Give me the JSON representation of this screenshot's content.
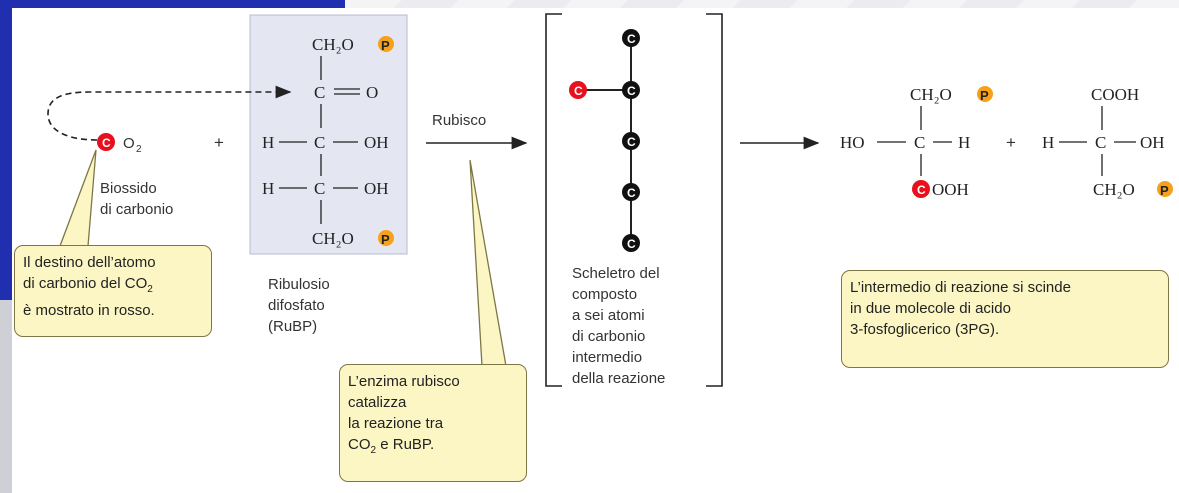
{
  "co2": {
    "formula": "O",
    "sub": "2",
    "atom": "C"
  },
  "plus": "+",
  "rubisco_label": "Rubisco",
  "captions": {
    "biossido_line1": "Biossido",
    "biossido_line2": "di carbonio",
    "ribulosio_line1": "Ribulosio",
    "ribulosio_line2": "difosfato",
    "ribulosio_line3": "(RuBP)",
    "scheletro_line1": "Scheletro del",
    "scheletro_line2": "composto",
    "scheletro_line3": "a sei atomi",
    "scheletro_line4": "di carbonio",
    "scheletro_line5": "intermedio",
    "scheletro_line6": "della reazione"
  },
  "callouts": {
    "destino_line1": "Il destino dell’atomo",
    "destino_line2": "di carbonio del CO",
    "destino_line2_sub": "2",
    "destino_line3": "è mostrato in rosso.",
    "enzima_line1": "L’enzima rubisco",
    "enzima_line2": "catalizza",
    "enzima_line3": "la reazione tra",
    "enzima_line4_a": "CO",
    "enzima_line4_sub": "2",
    "enzima_line4_b": " e RuBP.",
    "intermedio_line1": "L’intermedio di reazione si scinde",
    "intermedio_line2": "in due molecole di acido",
    "intermedio_line3": "3-fosfoglicerico (3PG)."
  },
  "rubp": {
    "top": "CH₂O",
    "carbonyl_c": "C",
    "carbonyl_eq": "═",
    "carbonyl_o": "O",
    "row1_h": "H",
    "row1_c": "C",
    "row1_oh": "OH",
    "row2_h": "H",
    "row2_c": "C",
    "row2_oh": "OH",
    "bottom": "CH₂O",
    "phosphate": "P"
  },
  "skeleton_atom": "C",
  "pga1": {
    "top": "CH₂O",
    "left": "HO",
    "c": "C",
    "right": "H",
    "bottom": "OOH"
  },
  "pga2": {
    "top": "COOH",
    "left": "H",
    "c": "C",
    "right": "OH",
    "bottom": "CH₂O"
  },
  "colors": {
    "carbon_red": "#e8101c",
    "phosphate_orange": "#f5a21a",
    "callout_bg": "#fbf6c4",
    "rubp_box": "#e4e6f1"
  }
}
